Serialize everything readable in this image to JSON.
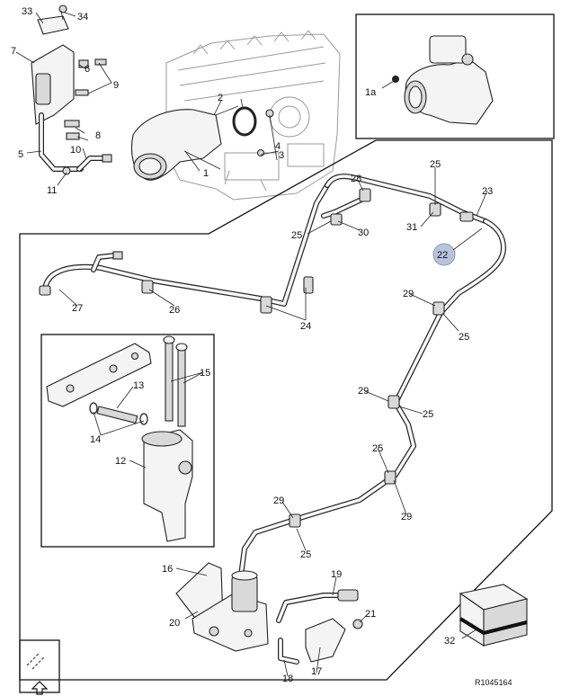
{
  "labels": {
    "l1": "1",
    "l1a": "1a",
    "l2": "2",
    "l3": "3",
    "l4": "4",
    "l5": "5",
    "l6": "6",
    "l7": "7",
    "l8": "8",
    "l9": "9",
    "l10": "10",
    "l11": "11",
    "l12": "12",
    "l13": "13",
    "l14": "14",
    "l15": "15",
    "l16": "16",
    "l17": "17",
    "l18": "18",
    "l19": "19",
    "l20": "20",
    "l21": "21",
    "l22": "22",
    "l23": "23",
    "l24": "24",
    "l25": "25",
    "l26": "26",
    "l27": "27",
    "l28": "28",
    "l29": "29",
    "l30": "30",
    "l31": "31",
    "l32": "32",
    "l33": "33",
    "l34": "34"
  },
  "reference": "R1045164",
  "highlight_color": "#b8c4dc"
}
